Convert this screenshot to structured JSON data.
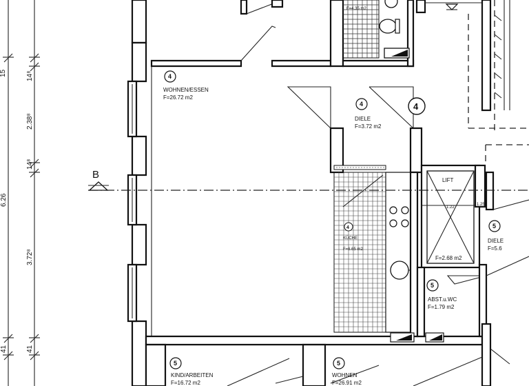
{
  "section_marker": "B",
  "dimensions": {
    "left_total": "6.26",
    "left_a": "15",
    "left_b": "41",
    "right_a": "14⁸",
    "right_b": "2.38⁸",
    "right_c": "14⁸",
    "right_d": "3.72⁸",
    "right_e": "41"
  },
  "rooms": {
    "wohnen_essen": {
      "no": "4",
      "name": "WOHNEN/ESSEN",
      "area": "F=26.72 m2"
    },
    "diele": {
      "no": "4",
      "name": "DIELE",
      "area": "F=3.72 m2"
    },
    "flur_no": "4",
    "kueche": {
      "no": "4",
      "name": "KÜCHE",
      "area": "F=6.65 m2"
    },
    "lift": {
      "name": "LIFT",
      "area": "F=2.68 m2",
      "dim": "1.22",
      "dim2": "1.25"
    },
    "diele_right": {
      "no": "5",
      "name": "DIELE",
      "area": "F=5.6"
    },
    "abst_wc": {
      "no": "5",
      "name": "ABST.u.WC",
      "area": "F=1.79 m2"
    },
    "kind_arbeiten": {
      "no": "5",
      "name": "KIND/ARBEITEN",
      "area": "F=16.72 m2"
    },
    "wohnen_bottom": {
      "no": "5",
      "name": "WOHNEN",
      "area": "F=26.91 m2"
    },
    "bath_area": "F=4.35 m2"
  }
}
